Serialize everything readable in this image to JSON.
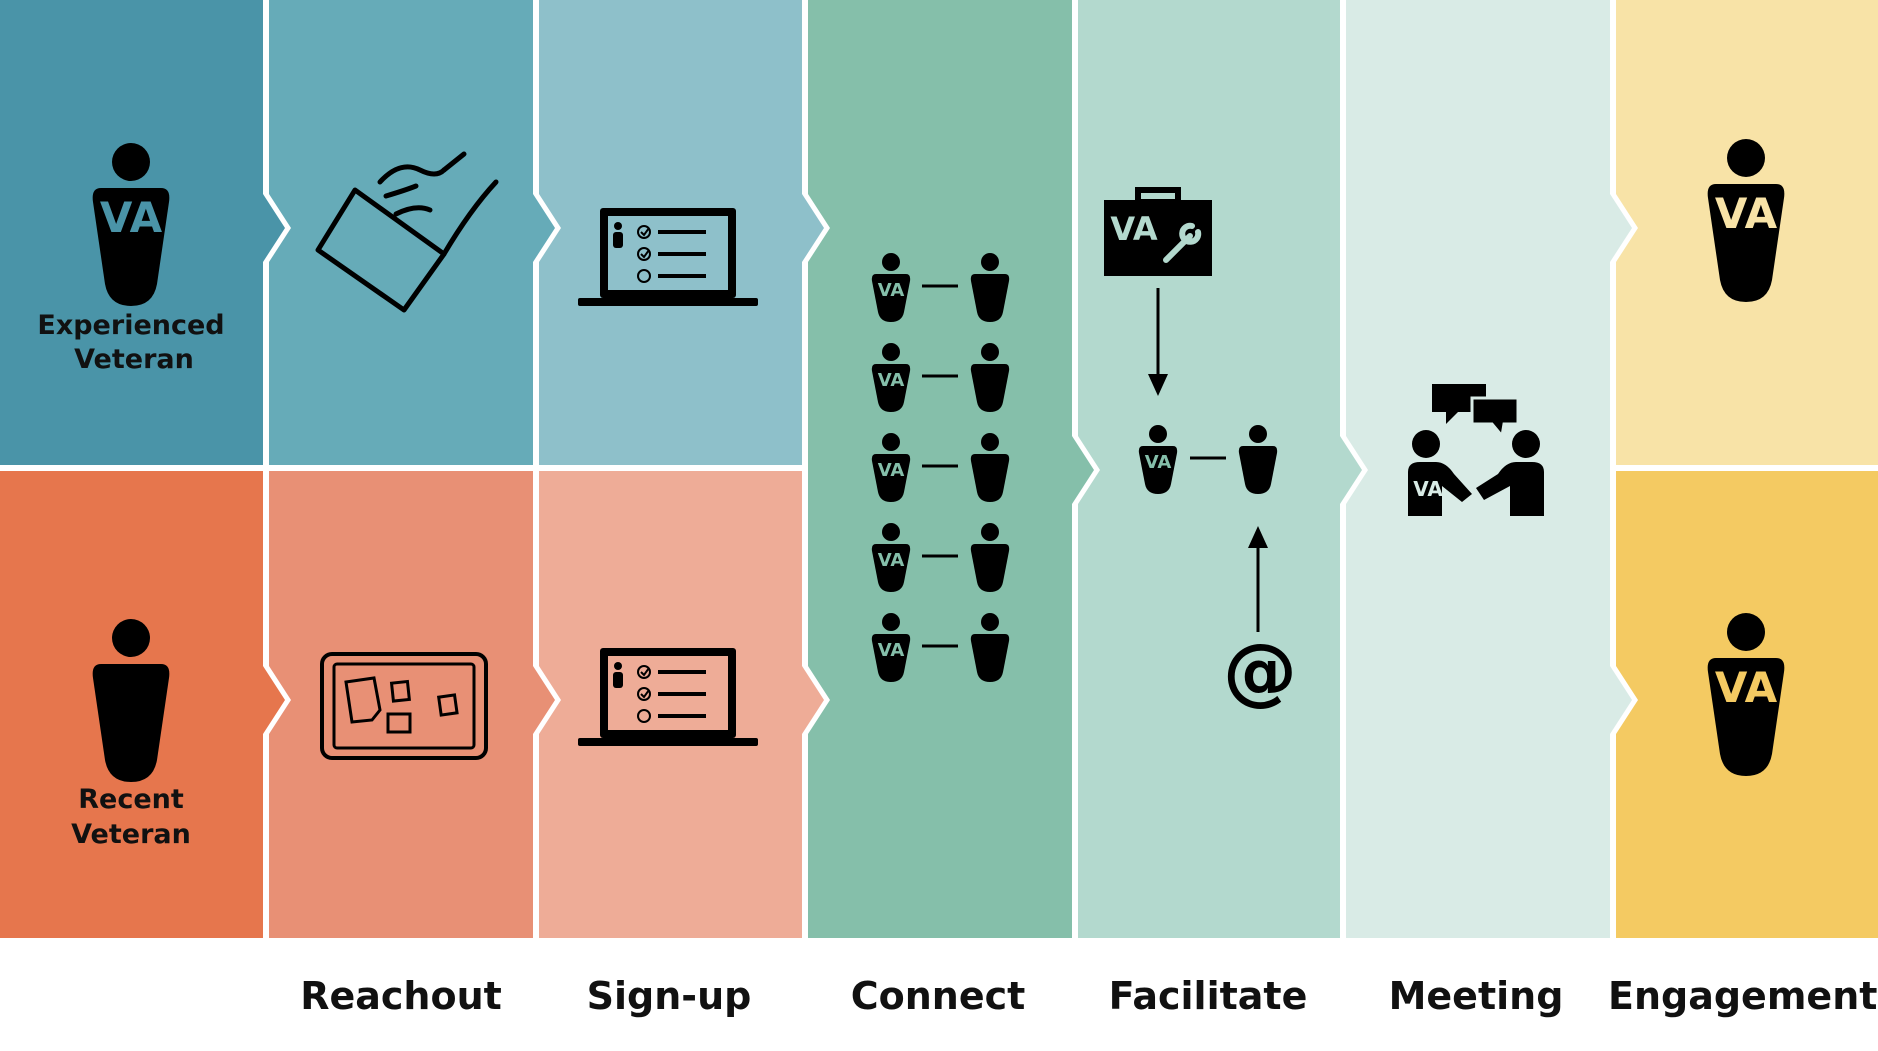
{
  "persons": {
    "experienced": {
      "line1": "Experienced",
      "line2": "Veteran"
    },
    "recent": {
      "line1": "Recent",
      "line2": "Veteran"
    }
  },
  "va_mark": "VA",
  "email_symbol": "@",
  "stages": [
    {
      "label": ""
    },
    {
      "label": "Reachout"
    },
    {
      "label": "Sign-up"
    },
    {
      "label": "Connect"
    },
    {
      "label": "Facilitate"
    },
    {
      "label": "Meeting"
    },
    {
      "label": "Engagement"
    }
  ],
  "colors": {
    "experienced_row": [
      "#4a94a8",
      "#66abb8",
      "#8ec0ca"
    ],
    "recent_row": [
      "#e6764d",
      "#e89075",
      "#eeac97"
    ],
    "connect": "#85bfaa",
    "facilitate": "#b3d9ce",
    "meeting": "#d9ebe6",
    "engagement_top": "#f8e3a7",
    "engagement_bottom": "#f4ca62",
    "va_on_gold": "#f4ca62",
    "va_on_light": "#f8e3a7"
  }
}
